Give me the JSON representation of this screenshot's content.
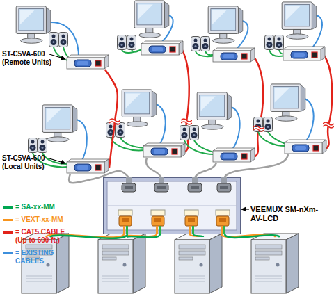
{
  "diagram": {
    "nodes": [
      {
        "text": [
          "ST-C5VA-600 (Remote Units)"
        ]
      },
      {
        "text": [
          "ST-C5VA-600 (Local Units)"
        ]
      },
      {
        "text": [
          "VEEMUX SM-nXm-AV-LCD"
        ]
      }
    ],
    "edges": [
      {
        "from": 0,
        "to": 1,
        "arrow": "none"
      },
      {
        "from": 1,
        "to": 2,
        "arrow": "none"
      }
    ],
    "legend": [
      {
        "text": "= SA-xx-MM",
        "color": "#00a651"
      },
      {
        "text": "= VEXT-xx-MM",
        "color": "#f7941d"
      },
      {
        "text": "= CAT5 CABLE (Up to 600 ft.)",
        "color": "#e2231a"
      },
      {
        "text": "= EXISTING CABLES",
        "color": "#3d8fdc"
      }
    ]
  }
}
